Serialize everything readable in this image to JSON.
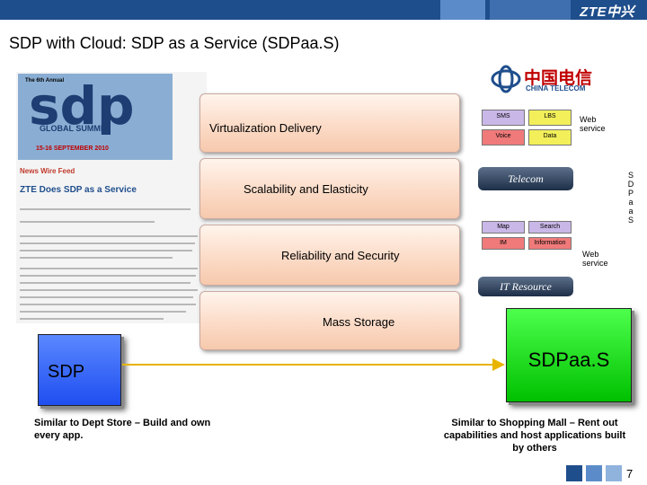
{
  "header": {
    "brand": "ZTE中兴"
  },
  "slide": {
    "title": "SDP with Cloud: SDP as a Service (SDPaa.S)",
    "page_number": "7"
  },
  "china_telecom": {
    "cn": "中国电信",
    "en": "CHINA TELECOM"
  },
  "news": {
    "banner_small": "The 6th Annual",
    "banner_big": "sdp",
    "banner_summit": "GLOBAL SUMMIT",
    "banner_date": "15-16 SEPTEMBER 2010",
    "wire_feed": "News Wire Feed",
    "headline": "ZTE Does SDP as a Service"
  },
  "layers": [
    {
      "label": "Virtualization Delivery"
    },
    {
      "label": "Scalability and Elasticity"
    },
    {
      "label": "Reliability and Security"
    },
    {
      "label": "Mass Storage"
    }
  ],
  "cloud": {
    "tiles_top": [
      "SMS",
      "LBS",
      "Voice",
      "Data"
    ],
    "telecom_banner": "Telecom",
    "tiles_mid": [
      "Map",
      "Search",
      "IM",
      "Information"
    ],
    "it_banner": "IT Resource",
    "web_service_top": "Web service",
    "web_service_bottom": "Web service",
    "vertical_label": "S D P a a S"
  },
  "boxes": {
    "sdp": "SDP",
    "sdpaas": "SDPaa.S"
  },
  "captions": {
    "left": "Similar to Dept Store – Build and own every app.",
    "right": "Similar to Shopping Mall – Rent out capabilities and host applications built by others"
  },
  "colors": {
    "header_blue": "#1f4e8c",
    "sdp_blue": "#1f4ef0",
    "sdpaas_green": "#00c000",
    "arrow_yellow": "#e8b400",
    "layer_peach": "#fbd9c4"
  }
}
